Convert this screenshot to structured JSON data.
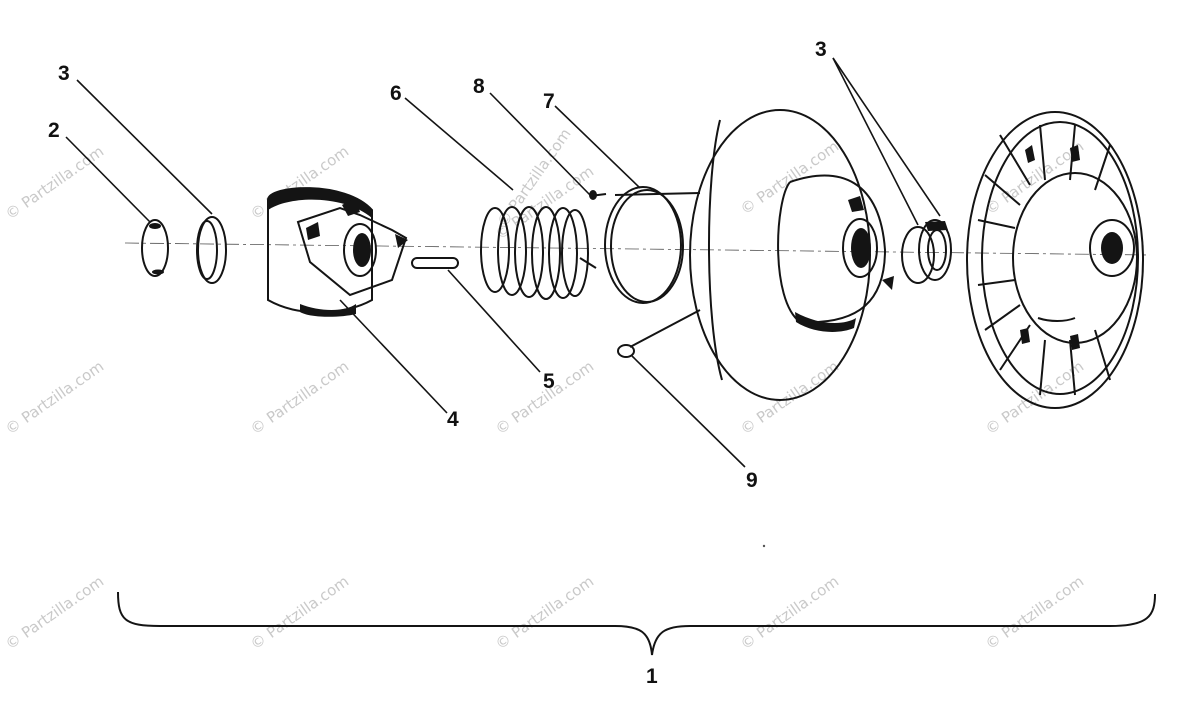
{
  "diagram": {
    "callouts": {
      "c1": "1",
      "c2": "2",
      "c3_left": "3",
      "c3_right": "3",
      "c4": "4",
      "c5": "5",
      "c6": "6",
      "c7": "7",
      "c8": "8",
      "c9": "9"
    },
    "watermark": "© Partzilla.com",
    "colors": {
      "ink": "#141414",
      "paper": "#ffffff",
      "watermark": "#c9c9c9"
    }
  }
}
